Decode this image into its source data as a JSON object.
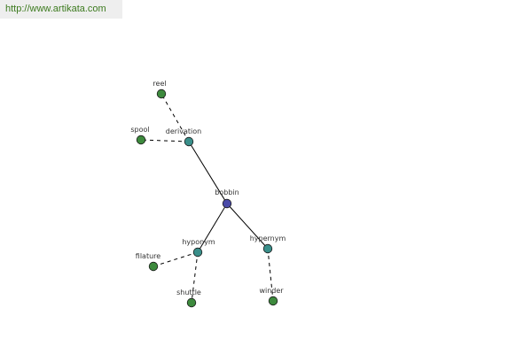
{
  "header": {
    "url_text": "http://www.artikata.com"
  },
  "graph": {
    "colors": {
      "url_text": "#3c7a1e",
      "edge": "#000000",
      "label": "#333333",
      "node_root": "#4a4aa8",
      "node_relation": "#3a8f8a",
      "node_word": "#3d8a3d",
      "node_stroke": "#1a1a1a"
    },
    "nodes": [
      {
        "id": "bobbin",
        "label": "bobbin",
        "kind": "root"
      },
      {
        "id": "derivation",
        "label": "derivation",
        "kind": "relation"
      },
      {
        "id": "hyponym",
        "label": "hyponym",
        "kind": "relation"
      },
      {
        "id": "hypernym",
        "label": "hypernym",
        "kind": "relation"
      },
      {
        "id": "reel",
        "label": "reel",
        "kind": "word"
      },
      {
        "id": "spool",
        "label": "spool",
        "kind": "word"
      },
      {
        "id": "filature",
        "label": "filature",
        "kind": "word"
      },
      {
        "id": "shuttle",
        "label": "shuttle",
        "kind": "word"
      },
      {
        "id": "winder",
        "label": "winder",
        "kind": "word"
      }
    ],
    "edges": [
      {
        "from": "bobbin",
        "to": "derivation",
        "style": "solid"
      },
      {
        "from": "bobbin",
        "to": "hyponym",
        "style": "solid"
      },
      {
        "from": "bobbin",
        "to": "hypernym",
        "style": "solid"
      },
      {
        "from": "derivation",
        "to": "reel",
        "style": "dashed"
      },
      {
        "from": "derivation",
        "to": "spool",
        "style": "dashed"
      },
      {
        "from": "hyponym",
        "to": "filature",
        "style": "dashed"
      },
      {
        "from": "hyponym",
        "to": "shuttle",
        "style": "dashed"
      },
      {
        "from": "hypernym",
        "to": "winder",
        "style": "dashed"
      }
    ]
  }
}
